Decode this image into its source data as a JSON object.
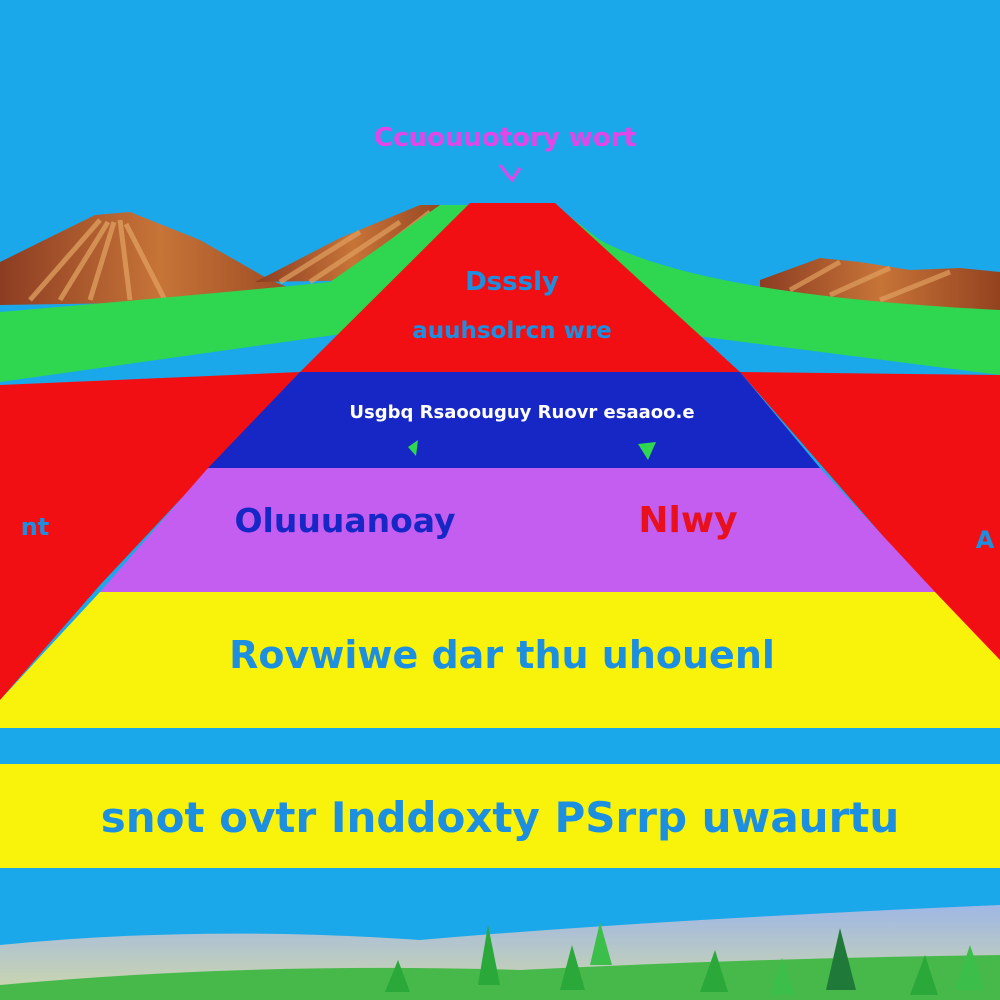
{
  "title": "Ccuouuotory wort",
  "labels": {
    "apex_line1": "Dsssly",
    "apex_line2": "auuhsolrcn wre",
    "blue_band": "Usgbq Rsaoouguy  Ruovr esaaoo.e",
    "purple_left": "Oluuuanoay",
    "purple_right": "Nlwy",
    "left_edge": "nt",
    "right_edge": "A",
    "yellow_top": "Rovwiwe dar thu uhouenl",
    "yellow_bottom": "snot ovtr Inddoxty PSrrp uwaurtu"
  },
  "colors": {
    "sky": "#1aa8ea",
    "red": "#f20f14",
    "green": "#2fd650",
    "blue_band": "#1727c6",
    "purple": "#c45ef0",
    "yellow": "#f9f30b",
    "mountain": "#a5552b",
    "title_text": "#e245e8",
    "band_text": "#1d8fe0",
    "nlwy_text": "#e8101c"
  }
}
